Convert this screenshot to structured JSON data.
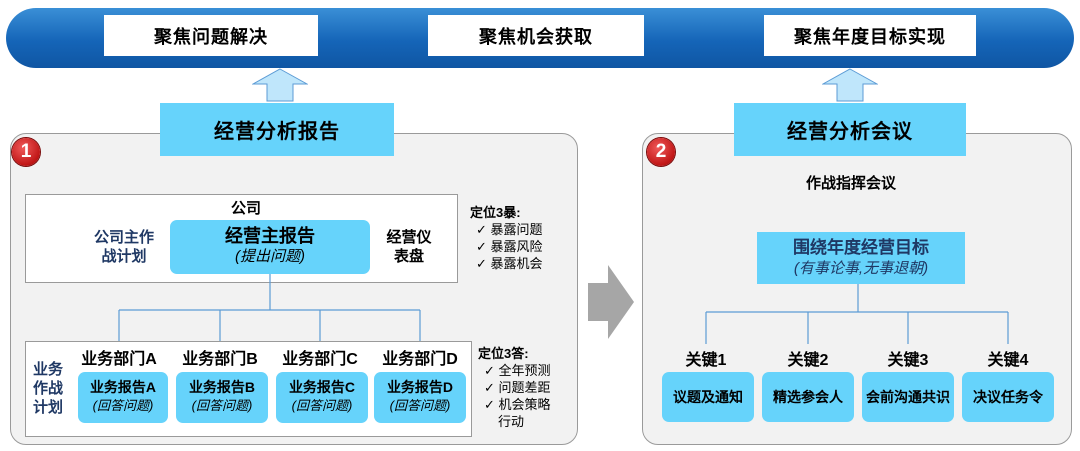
{
  "banner": {
    "goals": [
      "聚焦问题解决",
      "聚焦机会获取",
      "聚焦年度目标实现"
    ]
  },
  "left": {
    "badge": "1",
    "title": "经营分析报告",
    "company": {
      "label": "公司",
      "left_text": [
        "公司主作",
        "战计划"
      ],
      "main_report": "经营主报告",
      "main_report_sub": "(提出问题)",
      "right_text": [
        "经营仪",
        "表盘"
      ]
    },
    "position_expose": {
      "title": "定位3暴:",
      "items": [
        "暴露问题",
        "暴露风险",
        "暴露机会"
      ]
    },
    "business": {
      "side_label": [
        "业务",
        "作战",
        "计划"
      ],
      "departments": [
        {
          "name": "业务部门A",
          "report": "业务报告A",
          "sub": "(回答问题)"
        },
        {
          "name": "业务部门B",
          "report": "业务报告B",
          "sub": "(回答问题)"
        },
        {
          "name": "业务部门C",
          "report": "业务报告C",
          "sub": "(回答问题)"
        },
        {
          "name": "业务部门D",
          "report": "业务报告D",
          "sub": "(回答问题)"
        }
      ]
    },
    "position_answer": {
      "title": "定位3答:",
      "items": [
        "全年预测",
        "问题差距",
        "机会策略"
      ],
      "item_cont": "行动"
    }
  },
  "right": {
    "badge": "2",
    "title": "经营分析会议",
    "subtitle": "作战指挥会议",
    "center_title": "围绕年度经营目标",
    "center_sub": "(有事论事,无事退朝)",
    "keys": [
      {
        "label": "关键1",
        "item": "议题及通知"
      },
      {
        "label": "关键2",
        "item": "精选参会人"
      },
      {
        "label": "关键3",
        "item": "会前沟通共识"
      },
      {
        "label": "关键4",
        "item": "决议任务令"
      }
    ]
  },
  "colors": {
    "banner": "#1565b8",
    "cyan": "#66d3fb",
    "badge": "#c01616",
    "panel_bg": "#f2f2f2",
    "arrow": "#a6a6a6",
    "connector": "#5b9bd5"
  }
}
